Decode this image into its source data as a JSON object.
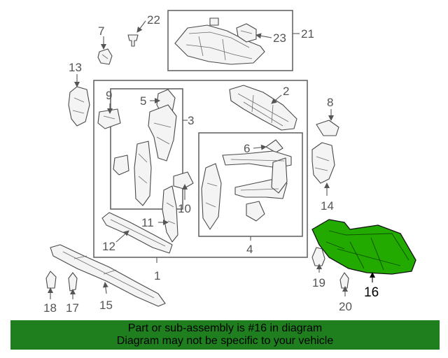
{
  "callouts": [
    "1",
    "2",
    "3",
    "4",
    "5",
    "6",
    "7",
    "8",
    "9",
    "10",
    "11",
    "12",
    "13",
    "14",
    "15",
    "16",
    "17",
    "18",
    "19",
    "20",
    "21",
    "22",
    "23"
  ],
  "highlight": "16",
  "colors": {
    "highlight_part": "#22aa00",
    "banner_bg": "#1f7f1f",
    "label_gray": "#555555"
  },
  "banner": {
    "line1": "Part or sub-assembly is #16 in diagram",
    "line2": "Diagram may not be specific to your vehicle"
  }
}
